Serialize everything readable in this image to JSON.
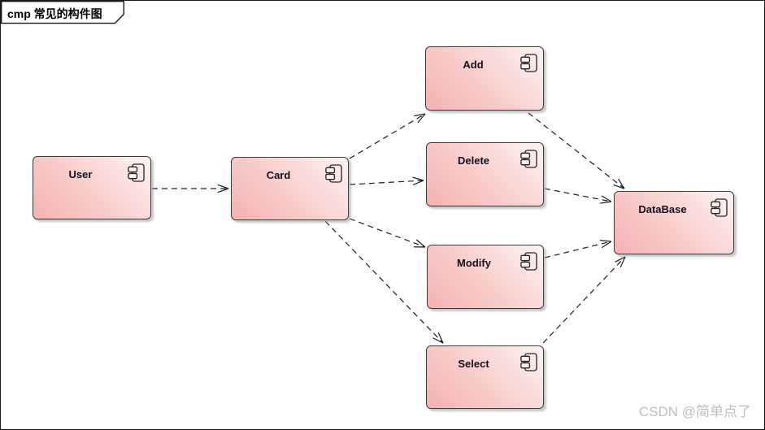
{
  "diagram": {
    "frame_label": "cmp 常见的构件图",
    "kind": "UML component diagram",
    "line_style": "dashed dependency arrows (open arrowheads)"
  },
  "components": {
    "user": {
      "label": "User"
    },
    "card": {
      "label": "Card"
    },
    "add": {
      "label": "Add"
    },
    "delete": {
      "label": "Delete"
    },
    "modify": {
      "label": "Modify"
    },
    "select": {
      "label": "Select"
    },
    "database": {
      "label": "DataBase"
    }
  },
  "dependencies": [
    {
      "from": "user",
      "to": "card"
    },
    {
      "from": "card",
      "to": "add"
    },
    {
      "from": "card",
      "to": "delete"
    },
    {
      "from": "card",
      "to": "modify"
    },
    {
      "from": "card",
      "to": "select"
    },
    {
      "from": "add",
      "to": "database"
    },
    {
      "from": "delete",
      "to": "database"
    },
    {
      "from": "modify",
      "to": "database"
    },
    {
      "from": "select",
      "to": "database"
    }
  ],
  "watermark": "CSDN @简单点了",
  "colors": {
    "node_fill_dark": "#f4b3b1",
    "node_fill_light": "#fdf4f3",
    "node_border": "#3a3a3a",
    "edge": "#1c1c1c",
    "frame_border": "#161616",
    "watermark_text": "#bdbdbd",
    "background": "#ffffff"
  }
}
